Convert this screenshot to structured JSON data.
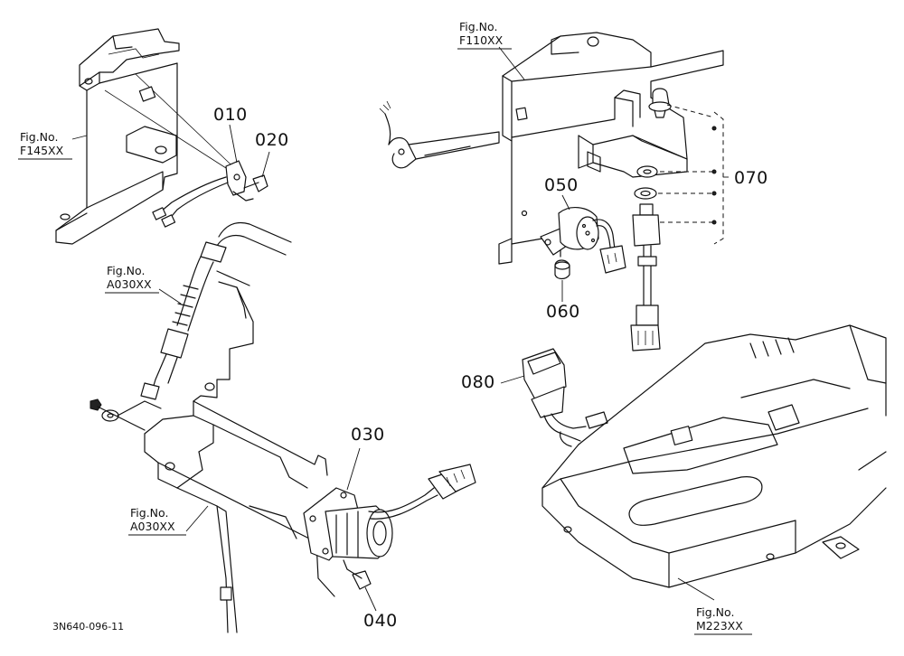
{
  "diagram": {
    "drawing_id": "3N640-096-11",
    "part_labels": [
      {
        "id": "p010",
        "text": "010"
      },
      {
        "id": "p020",
        "text": "020"
      },
      {
        "id": "p030",
        "text": "030"
      },
      {
        "id": "p040",
        "text": "040"
      },
      {
        "id": "p050",
        "text": "050"
      },
      {
        "id": "p060",
        "text": "060"
      },
      {
        "id": "p070",
        "text": "070"
      },
      {
        "id": "p080",
        "text": "080"
      }
    ],
    "figure_refs": [
      {
        "id": "f145",
        "title": "Fig.No.",
        "code": "F145XX"
      },
      {
        "id": "f110",
        "title": "Fig.No.",
        "code": "F110XX"
      },
      {
        "id": "a030a",
        "title": "Fig.No.",
        "code": "A030XX"
      },
      {
        "id": "a030b",
        "title": "Fig.No.",
        "code": "A030XX"
      },
      {
        "id": "m223",
        "title": "Fig.No.",
        "code": "M223XX"
      }
    ]
  }
}
